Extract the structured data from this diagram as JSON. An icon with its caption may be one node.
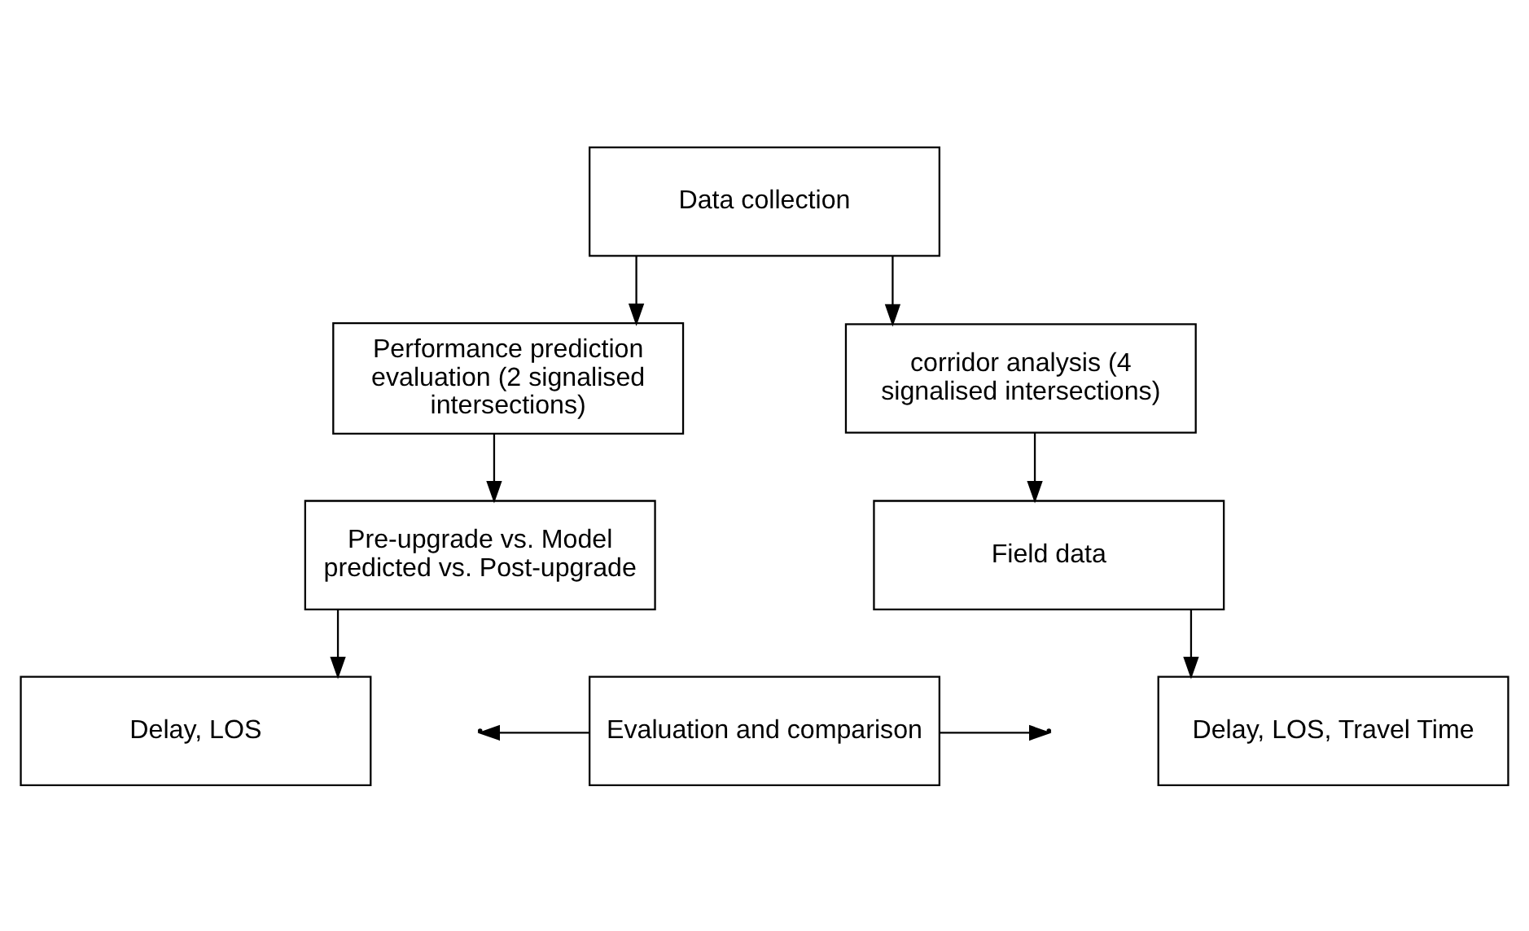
{
  "diagram": {
    "nodes": [
      {
        "text": [
          "Data collection"
        ]
      },
      {
        "text": [
          "Performance prediction evaluation (2 signalised intersections)"
        ]
      },
      {
        "text": [
          "corridor analysis (4 signalised intersections)"
        ]
      },
      {
        "text": [
          "Pre-upgrade vs. Model predicted vs. Post-upgrade"
        ]
      },
      {
        "text": [
          "Field data"
        ]
      },
      {
        "text": [
          "Delay, LOS"
        ]
      },
      {
        "text": [
          "Delay, LOS, Travel Time"
        ]
      },
      {
        "text": [
          "Evaluation and comparison"
        ]
      }
    ],
    "edges": [
      {
        "from": 0,
        "to": 1,
        "arrow": "to"
      },
      {
        "from": 0,
        "to": 2,
        "arrow": "to"
      },
      {
        "from": 1,
        "to": 3,
        "arrow": "to"
      },
      {
        "from": 2,
        "to": 4,
        "arrow": "to"
      },
      {
        "from": 3,
        "to": 5,
        "arrow": "to"
      },
      {
        "from": 4,
        "to": 6,
        "arrow": "to"
      },
      {
        "from": 7,
        "to": null,
        "arrow": "to"
      },
      {
        "from": 7,
        "to": null,
        "arrow": "to"
      }
    ]
  }
}
